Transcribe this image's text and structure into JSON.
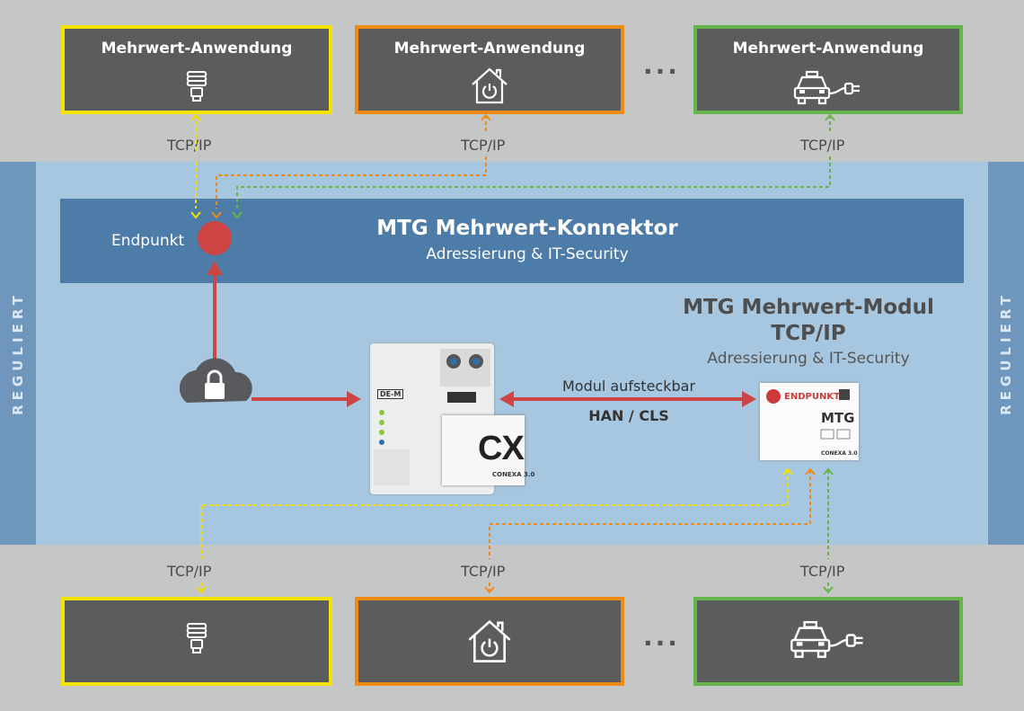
{
  "apps_top": [
    {
      "title": "Mehrwert-Anwendung",
      "icon": "lightbulb-icon",
      "color": "#f3e300"
    },
    {
      "title": "Mehrwert-Anwendung",
      "icon": "smart-home-icon",
      "color": "#ee8b16"
    },
    {
      "title": "Mehrwert-Anwendung",
      "icon": "electric-car-icon",
      "color": "#66b54a"
    }
  ],
  "apps_bottom": [
    {
      "icon": "lightbulb-icon",
      "color": "#f3e300"
    },
    {
      "icon": "smart-home-icon",
      "color": "#ee8b16"
    },
    {
      "icon": "electric-car-icon",
      "color": "#66b54a"
    }
  ],
  "ellipsis": "...",
  "protocol": "TCP/IP",
  "side_label": "REGULIERT",
  "connector": {
    "title": "MTG Mehrwert-Konnektor",
    "subtitle": "Adressierung & IT-Security",
    "endpoint": "Endpunkt"
  },
  "module": {
    "title_line1": "MTG Mehrwert-Modul",
    "title_line2": "TCP/IP",
    "subtitle": "Adressierung & IT-Security"
  },
  "link": {
    "label": "Modul aufsteckbar",
    "protocol": "HAN / CLS"
  },
  "meter": {
    "label": "CX",
    "brand": "CONEXA 3.0",
    "logo": "DE-M"
  },
  "module_device": {
    "endpoint_label": "ENDPUNKT",
    "label": "MTG",
    "brand": "CONEXA 3.0"
  },
  "colors": {
    "red": "#cc4444",
    "blue_band": "#a7c6e0",
    "connector": "#4d7ca8",
    "gray_band": "#c5c7c7",
    "dark_box": "#5b5c5e"
  }
}
